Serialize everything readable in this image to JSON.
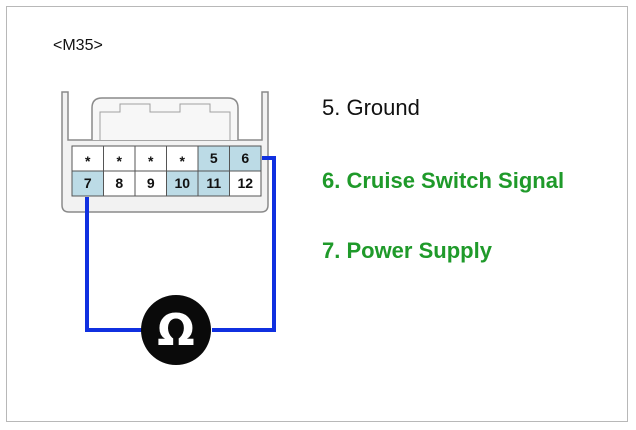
{
  "connector": {
    "id": "<M35>",
    "pins_top": [
      "*",
      "*",
      "*",
      "*",
      "5",
      "6"
    ],
    "pins_bottom": [
      "7",
      "8",
      "9",
      "10",
      "11",
      "12"
    ],
    "highlighted_pins": [
      "5",
      "6",
      "7",
      "10",
      "11"
    ]
  },
  "meter": {
    "symbol": "Ω"
  },
  "legend": [
    {
      "label": "5. Ground",
      "color": "#111111"
    },
    {
      "label": "6. Cruise Switch Signal",
      "color": "#1f9a2a"
    },
    {
      "label": "7. Power Supply",
      "color": "#1f9a2a"
    }
  ],
  "colors": {
    "wire": "#1030e0",
    "pin_highlight": "#bcdbe6",
    "green_text": "#1f9a2a"
  }
}
